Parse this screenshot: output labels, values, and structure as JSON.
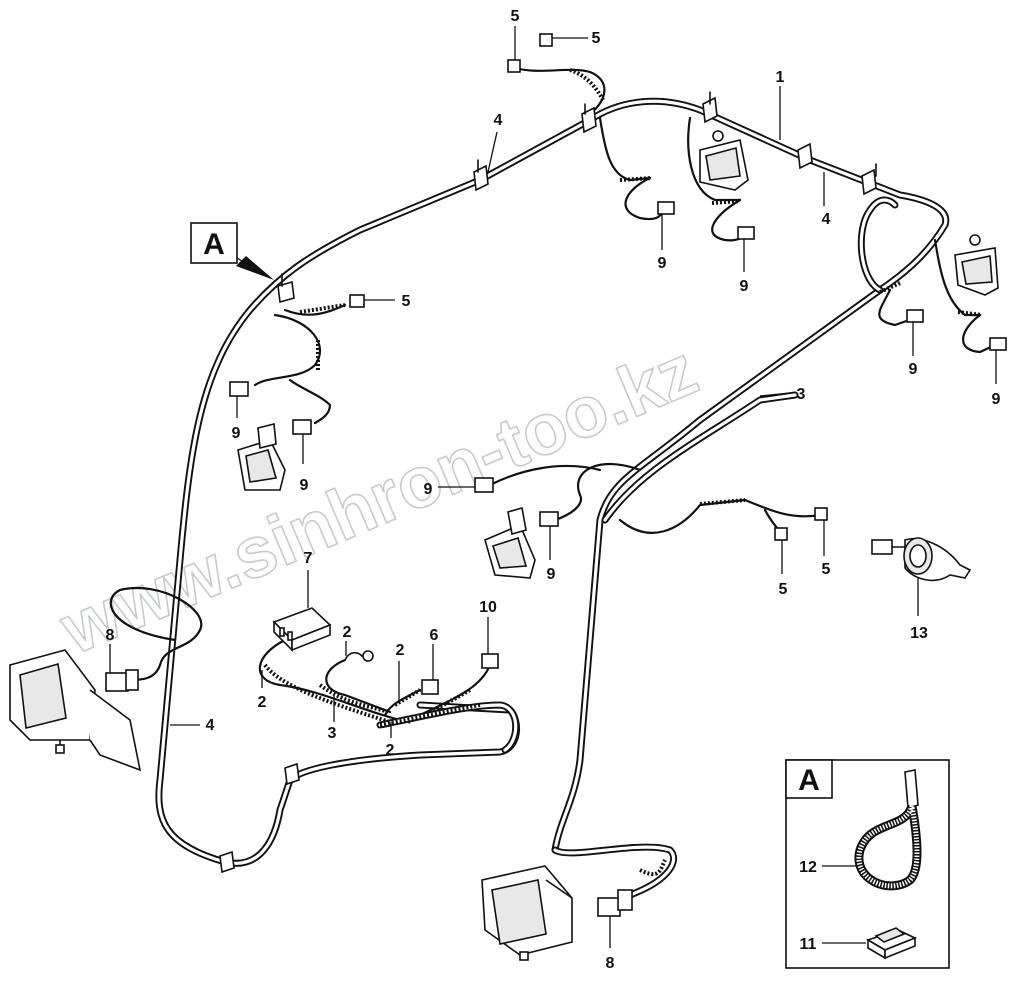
{
  "callouts": {
    "c1": "1",
    "c2": "2",
    "c3": "3",
    "c4": "4",
    "c5": "5",
    "c6": "6",
    "c7": "7",
    "c8": "8",
    "c9": "9",
    "c10": "10",
    "c11": "11",
    "c12": "12",
    "c13": "13"
  },
  "view_marker": "A",
  "detail_view": {
    "letter": "A"
  },
  "watermark": "www.sinhron-too.kz",
  "colors": {
    "ink": "#111111",
    "watermark": "#9aa0a6",
    "background": "#ffffff"
  }
}
